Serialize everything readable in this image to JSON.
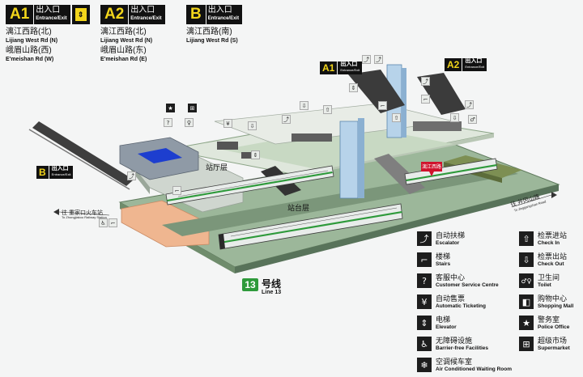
{
  "entrances": [
    {
      "code": "A1",
      "zh": "出入口",
      "en": "Entrance/Exit",
      "elevator": true,
      "roads": [
        {
          "zh": "漓江西路(北)",
          "en": "Lijiang West Rd (N)"
        },
        {
          "zh": "峨眉山路(西)",
          "en": "E'meishan Rd (W)"
        }
      ]
    },
    {
      "code": "A2",
      "zh": "出入口",
      "en": "Entrance/Exit",
      "elevator": false,
      "roads": [
        {
          "zh": "漓江西路(北)",
          "en": "Lijiang West Rd (N)"
        },
        {
          "zh": "峨眉山路(东)",
          "en": "E'meishan Rd (E)"
        }
      ]
    },
    {
      "code": "B",
      "zh": "出入口",
      "en": "Entrance/Exit",
      "elevator": false,
      "roads": [
        {
          "zh": "漓江西路(南)",
          "en": "Lijiang West Rd (S)"
        }
      ]
    }
  ],
  "map": {
    "concourse_label": "站厅层",
    "platform_label": "站台层",
    "station_tag": "漓江西路",
    "direction_left": {
      "zh": "往 重家口火车站",
      "en": "To Zhongjiakou Railway Station"
    },
    "direction_right": {
      "zh": "往 井冈山路",
      "en": "To Jinggangshan Road"
    },
    "sign_a1": {
      "code": "A1",
      "zh": "出入口",
      "en": "Entrance/Exit"
    },
    "sign_a2": {
      "code": "A2",
      "zh": "出入口",
      "en": "Entrance/Exit"
    },
    "sign_b": {
      "code": "B",
      "zh": "出入口",
      "en": "Entrance/Exit"
    }
  },
  "line": {
    "number": "13",
    "zh": "号线",
    "en": "Line 13",
    "color": "#2e9a3b"
  },
  "legend": [
    {
      "icon": "escalator-icon",
      "glyph": "⤴",
      "zh": "自动扶梯",
      "en": "Escalator"
    },
    {
      "icon": "stairs-icon",
      "glyph": "⌐",
      "zh": "楼梯",
      "en": "Stairs"
    },
    {
      "icon": "customer-service-icon",
      "glyph": "?",
      "zh": "客服中心",
      "en": "Customer Service Centre"
    },
    {
      "icon": "ticketing-icon",
      "glyph": "¥",
      "zh": "自动售票",
      "en": "Automatic Ticketing"
    },
    {
      "icon": "elevator-icon",
      "glyph": "⇕",
      "zh": "电梯",
      "en": "Elevator"
    },
    {
      "icon": "accessible-icon",
      "glyph": "♿",
      "zh": "无障碍设施",
      "en": "Barrier-free Facilities"
    },
    {
      "icon": "air-conditioned-icon",
      "glyph": "❄",
      "zh": "空调候车室",
      "en": "Air Conditioned Waiting Room"
    },
    {
      "icon": "check-in-icon",
      "glyph": "⇧",
      "zh": "检票进站",
      "en": "Check In"
    },
    {
      "icon": "check-out-icon",
      "glyph": "⇩",
      "zh": "检票出站",
      "en": "Check Out"
    },
    {
      "icon": "toilet-icon",
      "glyph": "♂♀",
      "zh": "卫生间",
      "en": "Toilet"
    },
    {
      "icon": "shopping-mall-icon",
      "glyph": "◧",
      "zh": "购物中心",
      "en": "Shopping Mall"
    },
    {
      "icon": "police-icon",
      "glyph": "★",
      "zh": "警务室",
      "en": "Police Office"
    },
    {
      "icon": "supermarket-icon",
      "glyph": "⊞",
      "zh": "超级市场",
      "en": "Supermarket"
    }
  ]
}
